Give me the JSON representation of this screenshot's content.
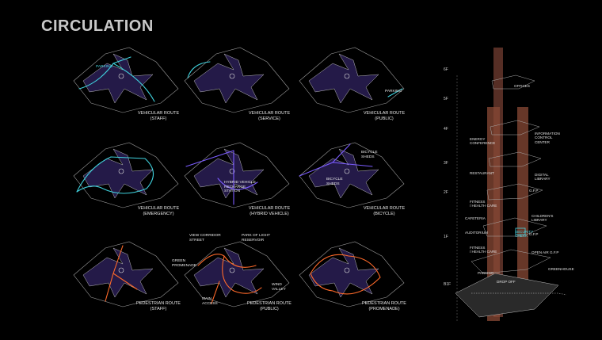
{
  "title": "CIRCULATION",
  "colors": {
    "background": "#000000",
    "vehicular": "#3fd0dc",
    "hybrid": "#7b5cff",
    "pedestrian": "#ff6a2a",
    "building_fill": "#241a48"
  },
  "panels": [
    {
      "caption": "VEHICULAR ROUTE\n(STAFF)",
      "route": "vehicular",
      "annotations": [
        "PARKING"
      ]
    },
    {
      "caption": "VEHICULAR ROUTE\n(SERVICE)",
      "route": "vehicular",
      "annotations": []
    },
    {
      "caption": "VEHICULAR ROUTE\n(PUBLIC)",
      "route": "vehicular",
      "annotations": [
        "PARKING"
      ]
    },
    {
      "caption": "VEHICULAR ROUTE\n(EMERGENCY)",
      "route": "vehicular",
      "annotations": []
    },
    {
      "caption": "VEHICULAR ROUTE\n(HYBRID VEHICLE)",
      "route": "hybrid",
      "annotations": [
        "HYBRID VEHICLE\nRECHARGE\nSTATION"
      ]
    },
    {
      "caption": "VEHICULAR ROUTE\n(BICYCLE)",
      "route": "hybrid",
      "annotations": [
        "BICYCLE\nSHEDS",
        "BICYCLE\nSHEDS"
      ]
    },
    {
      "caption": "PEDESTRIAN ROUTE\n(STAFF)",
      "route": "pedestrian",
      "annotations": []
    },
    {
      "caption": "PEDESTRIAN ROUTE\n(PUBLIC)",
      "route": "pedestrian",
      "annotations": [
        "VIEW CORRIDOR\nSTREET",
        "PARK OF LIGHT\nRESERVOIR",
        "GREEN\nPROMENADE",
        "WIND\nVALLEY",
        "MAIN\nACCESS"
      ]
    },
    {
      "caption": "PEDESTRIAN ROUTE\n(PROMENADE)",
      "route": "pedestrian",
      "annotations": []
    }
  ],
  "section": {
    "levels": [
      "6F",
      "5F",
      "4F",
      "3F",
      "2F",
      "1F",
      "B1F"
    ],
    "labels_left": [
      "ENERGY\nCONFERENCE",
      "RESTAURANT",
      "FITNESS\n/ HEALTH CARE",
      "CAFETERIA",
      "AUDITORIUM",
      "FITNESS\n/ HEALTH CARE",
      "PARKING"
    ],
    "labels_right": [
      "OFFICES",
      "INFORMATION\nCONTROL\nCENTER",
      "DIGITAL\nLIBRARY",
      "G.F.P",
      "CHILDREN'S\nLIBRARY",
      "G.F.P",
      "OPEN AIR G.F.P",
      "GREENHOUSE"
    ],
    "labels_center": [
      "SECURITY\nCHECK",
      "DROP OFF"
    ]
  }
}
